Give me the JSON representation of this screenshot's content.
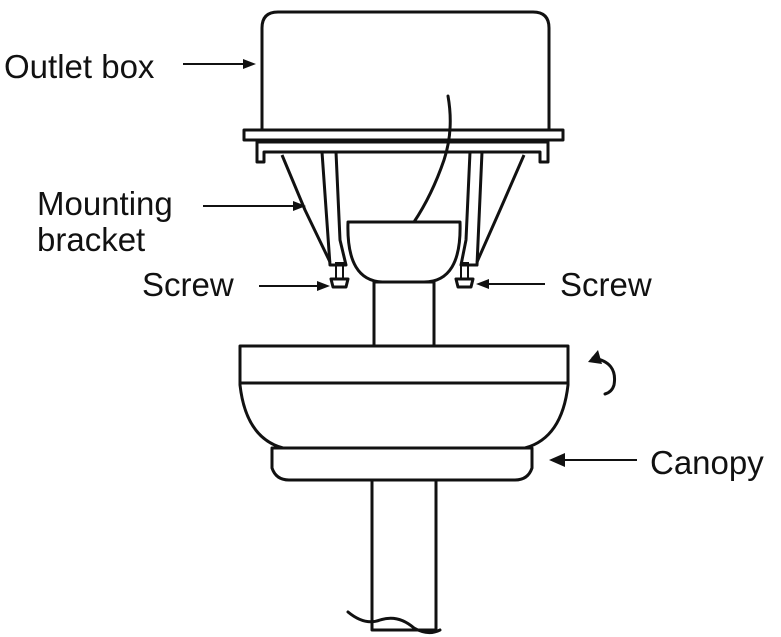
{
  "labels": {
    "outlet_box": "Outlet box",
    "mounting_bracket_line1": "Mounting",
    "mounting_bracket_line2": "bracket",
    "screw_left": "Screw",
    "screw_right": "Screw",
    "canopy": "Canopy"
  },
  "icons": {
    "rotation": "curved-arrow-icon"
  }
}
